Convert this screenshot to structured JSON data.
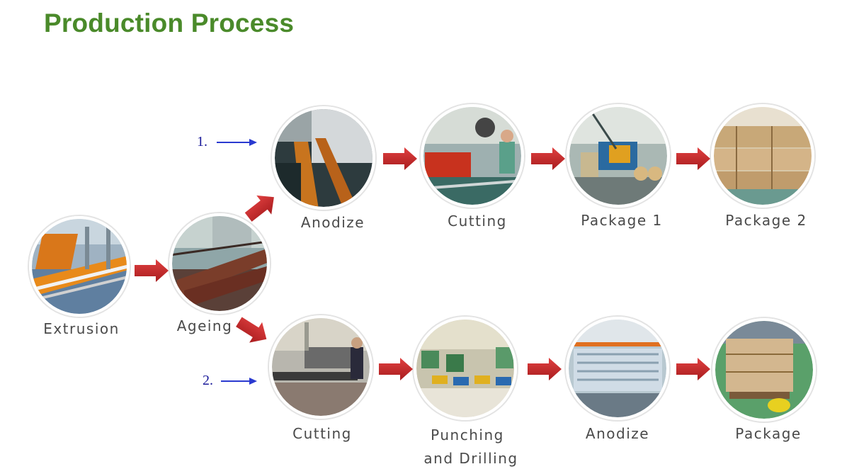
{
  "title": "Production Process",
  "colors": {
    "title": "#4a8a2a",
    "arrow": "#c8282a",
    "route_arrow": "#2a3ad0",
    "label": "#4a4a4a"
  },
  "steps": {
    "extrusion": "Extrusion",
    "ageing": "Ageing",
    "route1": {
      "marker": "1.",
      "anodize": "Anodize",
      "cutting": "Cutting",
      "package1": "Package 1",
      "package2": "Package 2"
    },
    "route2": {
      "marker": "2.",
      "cutting": "Cutting",
      "punching_line1": "Punching",
      "punching_line2": "and Drilling",
      "anodize": "Anodize",
      "package": "Package"
    }
  }
}
